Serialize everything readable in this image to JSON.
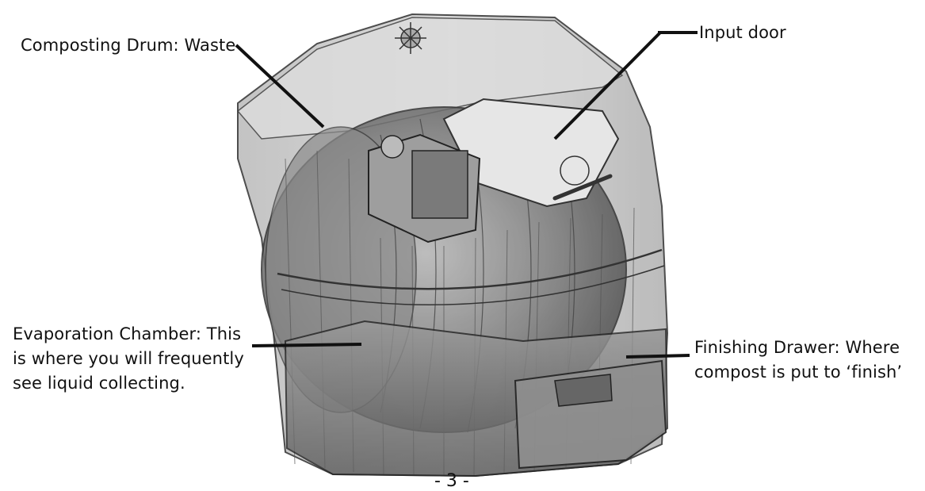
{
  "labels": {
    "composting_drum": "Composting Drum: Waste",
    "input_door": "Input door",
    "evaporation_line1": "Evaporation Chamber: This",
    "evaporation_line2": "is where you will frequently",
    "evaporation_line3": "see liquid collecting.",
    "drawer_line1": "Finishing Drawer: Where",
    "drawer_line2": "compost is put to ‘finish’"
  },
  "page_number": "- 3 -",
  "colors": {
    "line": "#111111",
    "body_fill": "#c9c9c9",
    "drum_fill": "#8a8a8a",
    "shell_stroke": "#3a3a3a"
  }
}
